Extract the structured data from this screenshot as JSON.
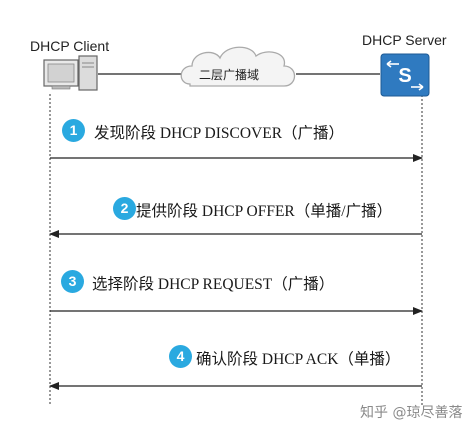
{
  "diagram": {
    "client_label": "DHCP Client",
    "server_label": "DHCP Server",
    "network_label": "二层广播域",
    "server_icon_letter": "S",
    "steps": [
      {
        "num": "1",
        "text": "发现阶段 DHCP DISCOVER（广播）",
        "direction": "client-to-server"
      },
      {
        "num": "2",
        "text": "提供阶段 DHCP OFFER（单播/广播）",
        "direction": "server-to-client"
      },
      {
        "num": "3",
        "text": "选择阶段 DHCP REQUEST（广播）",
        "direction": "client-to-server"
      },
      {
        "num": "4",
        "text": "确认阶段 DHCP ACK（单播）",
        "direction": "server-to-client"
      }
    ],
    "watermark": "知乎 @琼尽善落"
  },
  "colors": {
    "step_badge": "#2aa9e0",
    "server_icon": "#2f7ac0",
    "line": "#222222"
  },
  "icons": [
    "computer-icon",
    "cloud-icon",
    "switch-icon"
  ]
}
